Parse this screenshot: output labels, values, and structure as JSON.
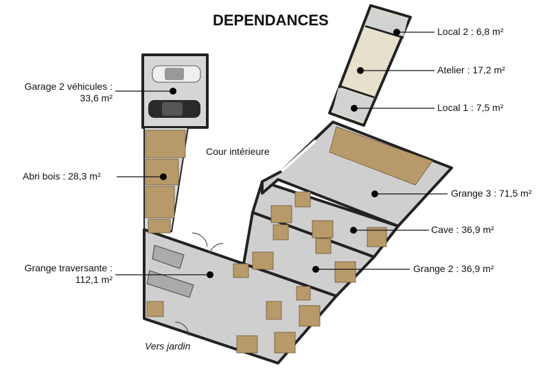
{
  "title": "DEPENDANCES",
  "rooms": {
    "local2": "Local 2 : 6,8 m²",
    "atelier": "Atelier : 17,2 m²",
    "local1": "Local 1 : 7,5 m²",
    "garage_line1": "Garage 2 véhicules :",
    "garage_line2": "33,6 m²",
    "cour": "Cour intérieure",
    "abri": "Abri bois : 28,3 m²",
    "grange3": "Grange 3 : 71,5 m²",
    "cave": "Cave : 36,9 m²",
    "grange2": "Grange 2 : 36,9 m²",
    "traversante_line1": "Grange traversante :",
    "traversante_line2": "112,1 m²",
    "jardin": "Vers jardin"
  },
  "colors": {
    "floor": "#cfcfcf",
    "wall": "#222222",
    "crate": "#b89a6a"
  }
}
